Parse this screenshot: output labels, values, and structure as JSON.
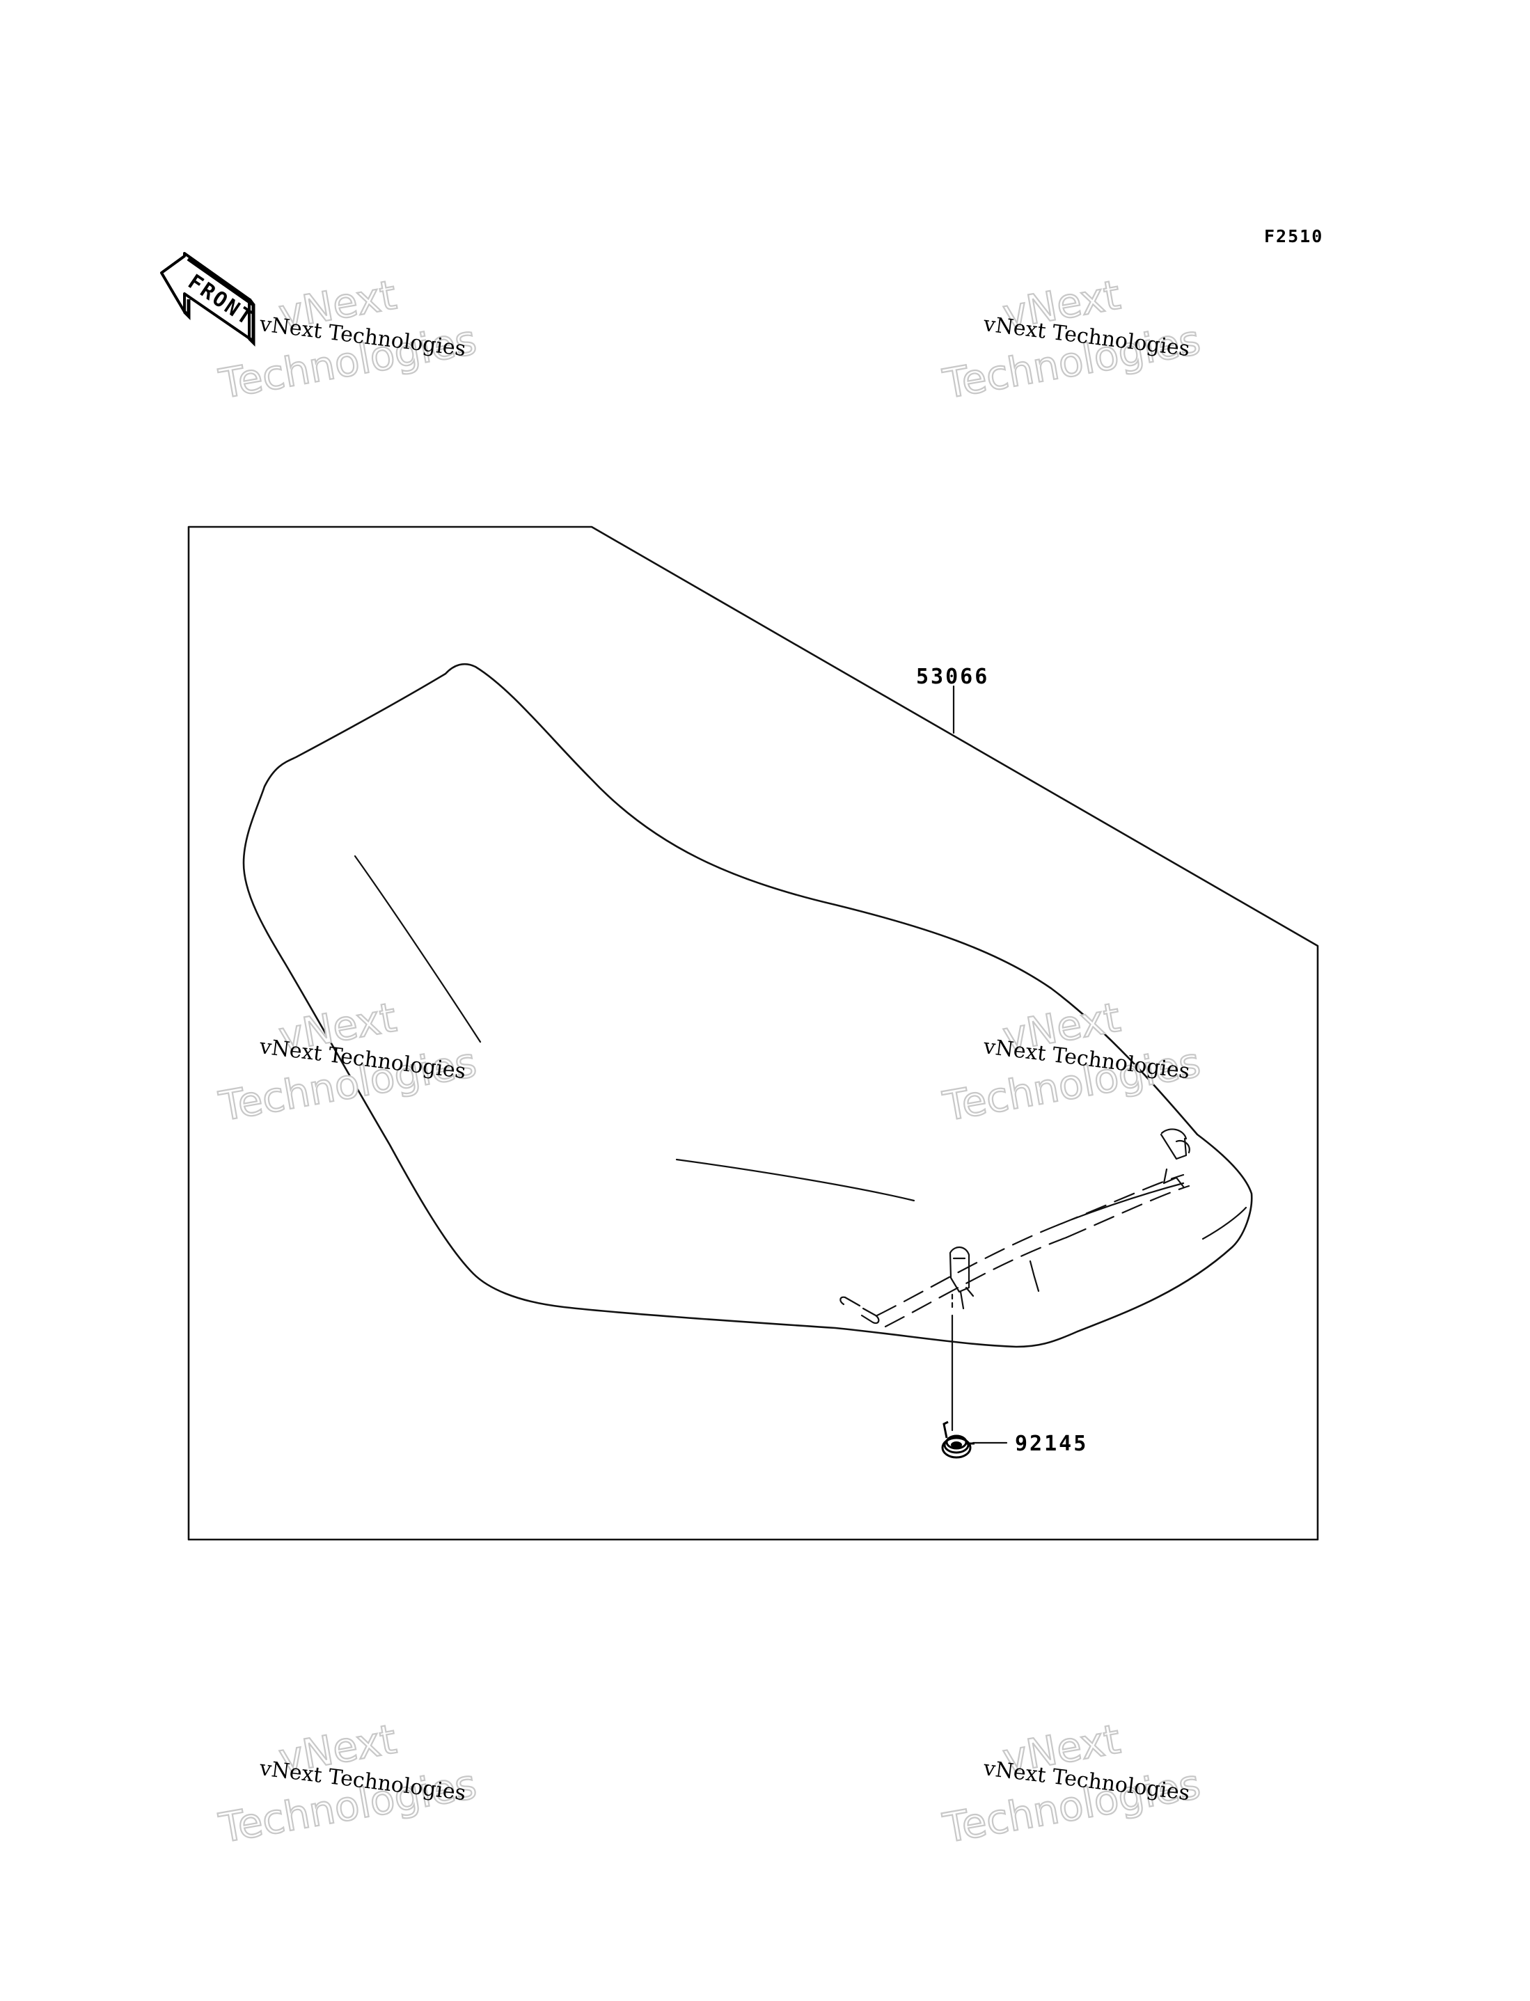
{
  "diagram_code": "F2510",
  "front_arrow_label": "FRONT",
  "parts": [
    {
      "part_number": "53066"
    },
    {
      "part_number": "92145"
    }
  ],
  "watermark": {
    "line1": "vNext",
    "line2": "vNext Technologies",
    "line3": "Technologies"
  }
}
